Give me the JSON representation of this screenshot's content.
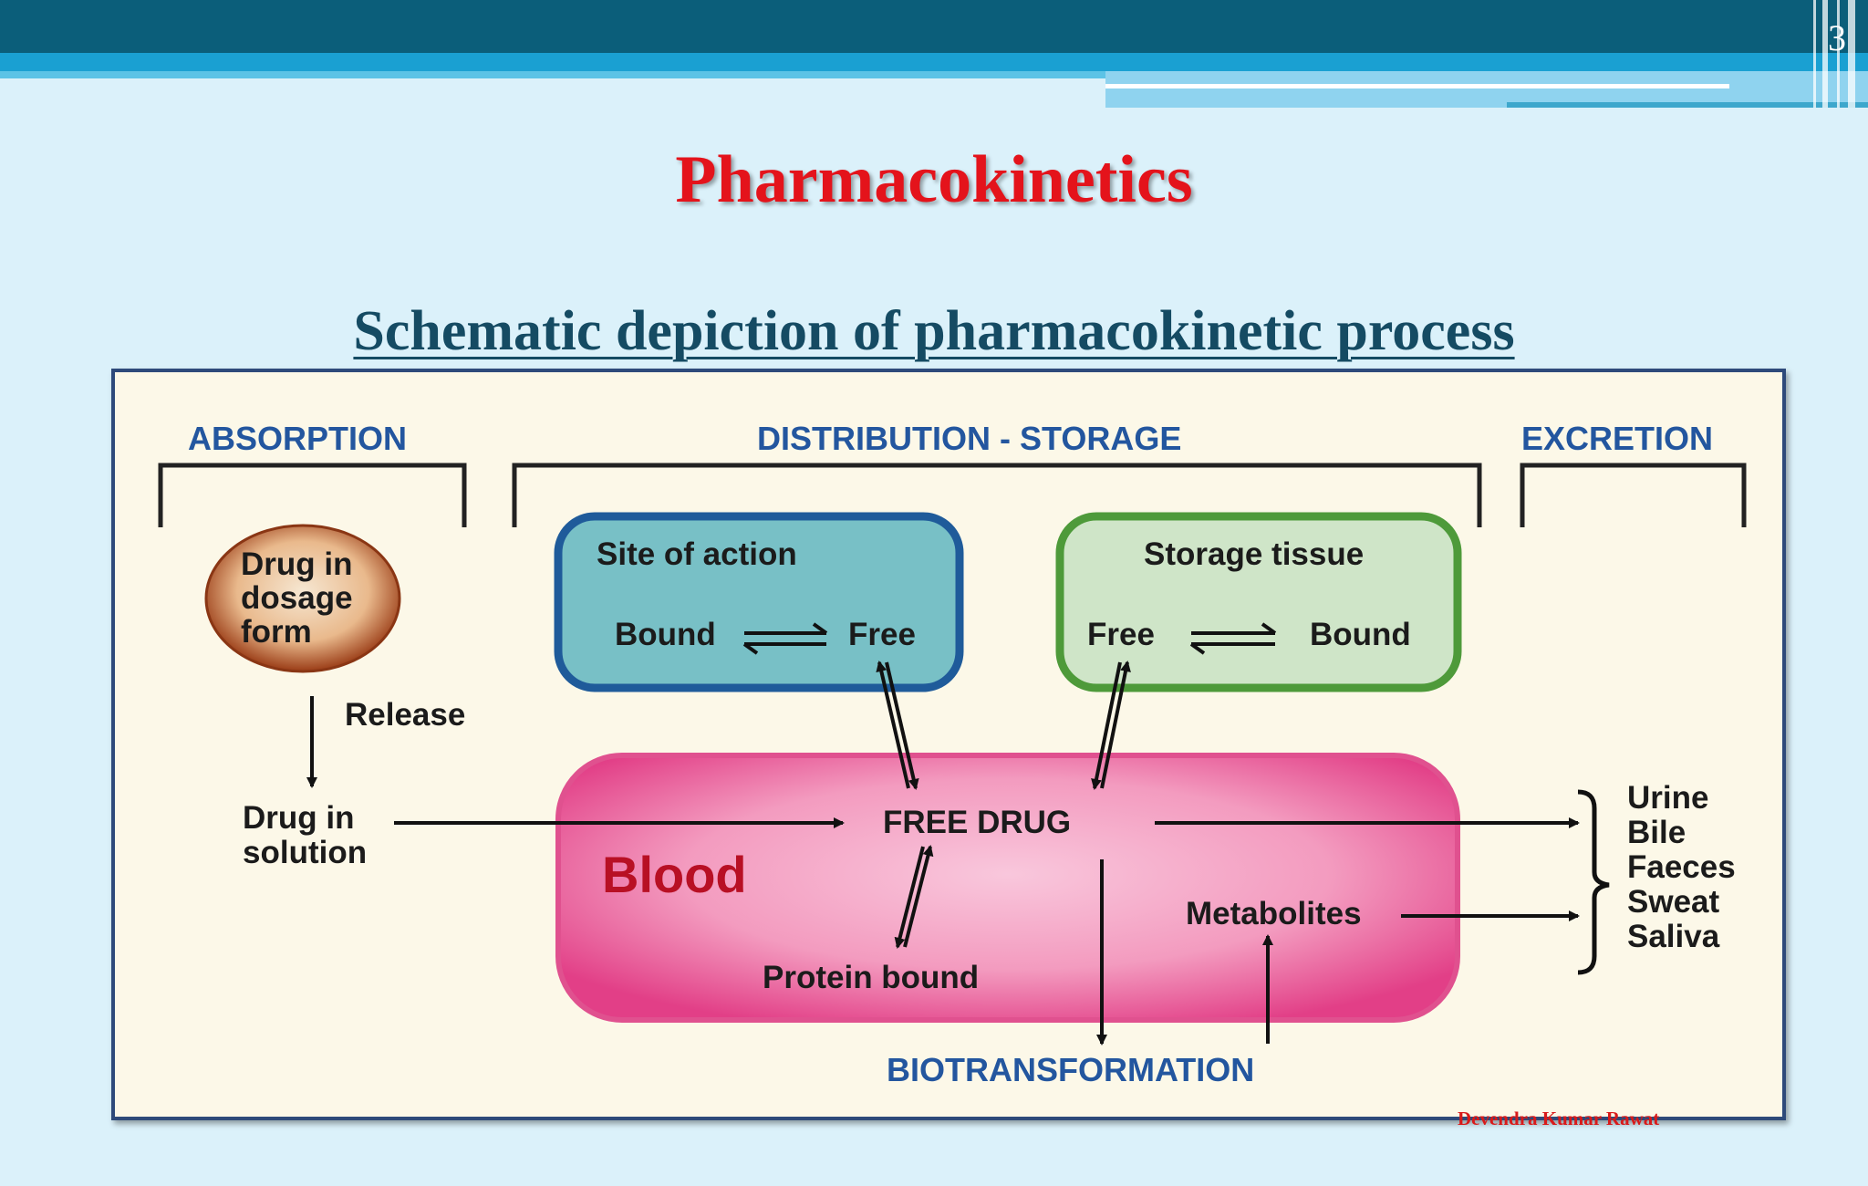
{
  "slide": {
    "number": "3",
    "title": "Pharmacokinetics",
    "subtitle": "Schematic depiction of pharmacokinetic process",
    "credit": "Devendra Kumar Rawat"
  },
  "diagram": {
    "headers": {
      "absorption": "ABSORPTION",
      "distribution": "DISTRIBUTION - STORAGE",
      "excretion": "EXCRETION",
      "biotransformation": "BIOTRANSFORMATION"
    },
    "dosage_form": [
      "Drug in",
      "dosage",
      "form"
    ],
    "release": "Release",
    "solution": [
      "Drug in",
      "solution"
    ],
    "site_of_action": {
      "title": "Site of action",
      "left": "Bound",
      "right": "Free"
    },
    "storage_tissue": {
      "title": "Storage tissue",
      "left": "Free",
      "right": "Bound"
    },
    "blood": "Blood",
    "free_drug": "FREE DRUG",
    "protein_bound": "Protein bound",
    "metabolites": "Metabolites",
    "excretion_routes": [
      "Urine",
      "Bile",
      "Faeces",
      "Sweat",
      "Saliva"
    ],
    "colors": {
      "site_box": "#78c0c6",
      "site_border": "#1f5b9a",
      "storage_box": "#cfe5c8",
      "storage_border": "#4e9a3a",
      "blood": "#f06aa3",
      "header_text": "#23569f"
    }
  }
}
